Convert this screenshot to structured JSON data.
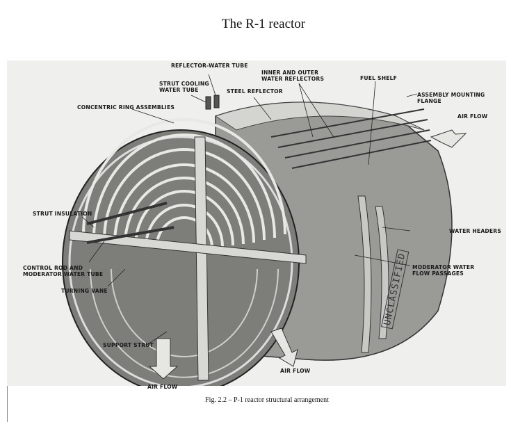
{
  "page_title": "The R-1 reactor",
  "figure": {
    "caption": "Fig. 2.2 – P-1 reactor structural arrangement",
    "stamp": "UNCLASSIFIED",
    "labels": {
      "reflector_water_tube": "REFLECTOR-WATER TUBE",
      "inner_outer_reflectors": "INNER AND OUTER\nWATER REFLECTORS",
      "strut_cooling_tube": "STRUT COOLING\nWATER TUBE",
      "steel_reflector": "STEEL REFLECTOR",
      "fuel_shelf": "FUEL SHELF",
      "assembly_mounting_flange": "ASSEMBLY MOUNTING\nFLANGE",
      "air_flow_top": "AIR FLOW",
      "concentric_ring_assemblies": "CONCENTRIC RING ASSEMBLIES",
      "strut_insulation": "STRUT INSULATION",
      "water_headers": "WATER HEADERS",
      "control_rod_tube": "CONTROL ROD AND\nMODERATOR WATER TUBE",
      "moderator_flow_passages": "MODERATOR WATER\nFLOW PASSAGES",
      "turning_vane": "TURNING VANE",
      "support_strut": "SUPPORT STRUT",
      "air_flow_bottom_center": "AIR FLOW",
      "air_flow_bottom_left": "AIR FLOW"
    }
  }
}
